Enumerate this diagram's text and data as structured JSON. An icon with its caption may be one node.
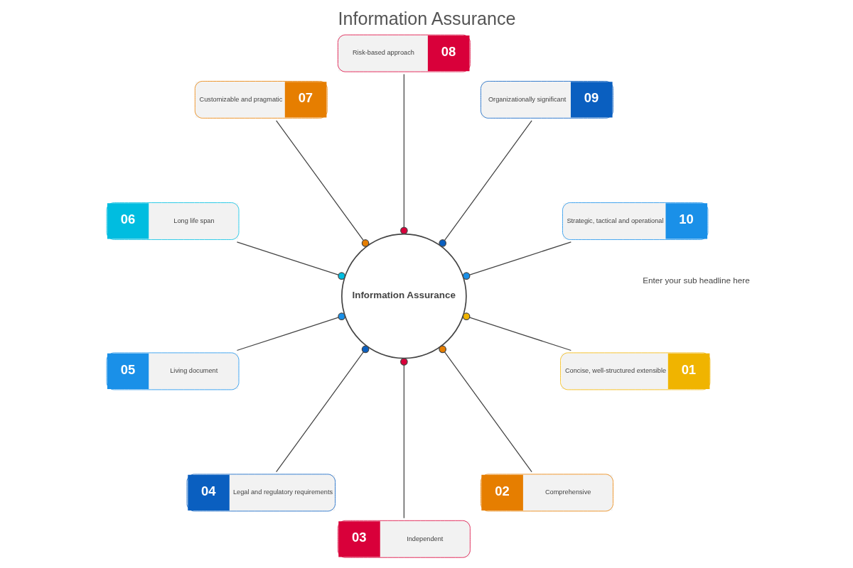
{
  "diagram": {
    "title": "Information Assurance",
    "nodes": [
      {
        "text": [
          "Information Assurance"
        ]
      },
      {
        "text": [
          "Concise, well-structured extensible",
          "01"
        ]
      },
      {
        "text": [
          "02",
          "Comprehensive"
        ]
      },
      {
        "text": [
          "03",
          "Independent"
        ]
      },
      {
        "text": [
          "04",
          "Legal and regulatory requirements"
        ]
      },
      {
        "text": [
          "05",
          "Living document"
        ]
      },
      {
        "text": [
          "06",
          "Long life span"
        ]
      },
      {
        "text": [
          "Customizable and pragmatic",
          "07"
        ]
      },
      {
        "text": [
          "Risk-based approach",
          "08"
        ]
      },
      {
        "text": [
          "Organizationally significant",
          "09"
        ]
      },
      {
        "text": [
          "Strategic, tactical and operational",
          "10"
        ]
      }
    ],
    "edges": [
      {
        "from": 1,
        "to": 0,
        "arrow": "other"
      },
      {
        "from": 2,
        "to": 0,
        "arrow": "other"
      },
      {
        "from": 3,
        "to": 0,
        "arrow": "other"
      },
      {
        "from": 4,
        "to": 0,
        "arrow": "other"
      },
      {
        "from": 5,
        "to": 0,
        "arrow": "other"
      },
      {
        "from": 6,
        "to": 0,
        "arrow": "other"
      },
      {
        "from": 7,
        "to": 0,
        "arrow": "other"
      },
      {
        "from": 8,
        "to": 0,
        "arrow": "other"
      },
      {
        "from": 9,
        "to": 0,
        "arrow": "other"
      },
      {
        "from": 10,
        "to": 0,
        "arrow": "other"
      }
    ],
    "labels": [
      "Enter your sub headline here"
    ]
  }
}
